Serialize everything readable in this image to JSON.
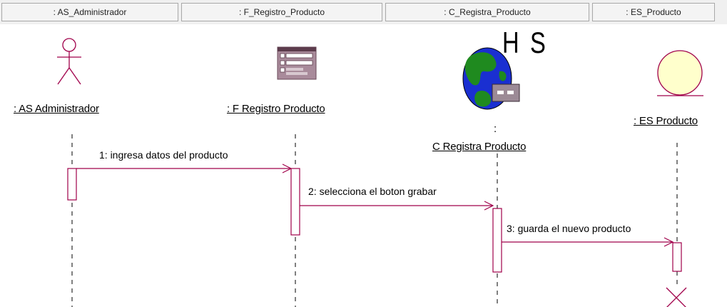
{
  "header": {
    "columns": [
      ": AS_Administrador",
      ": F_Registro_Producto",
      ": C_Registra_Producto",
      ": ES_Producto"
    ]
  },
  "objects": {
    "actor": ": AS  Administrador",
    "form": ": F  Registro  Producto",
    "control_dot": ":",
    "control": "C  Registra  Producto",
    "entity": ": ES  Producto"
  },
  "control_icon_text": "H S",
  "messages": [
    "1: ingresa datos del producto",
    "2: selecciona  el boton grabar",
    "3: guarda el nuevo producto"
  ],
  "colors": {
    "lifeline": "#000000",
    "message": "#a0004a",
    "activation": "#a0004a",
    "entity_fill": "#ffffcc",
    "globe_blue": "#1a2fd1",
    "globe_green": "#1f8a1f",
    "form_fill": "#9a7a8a"
  }
}
